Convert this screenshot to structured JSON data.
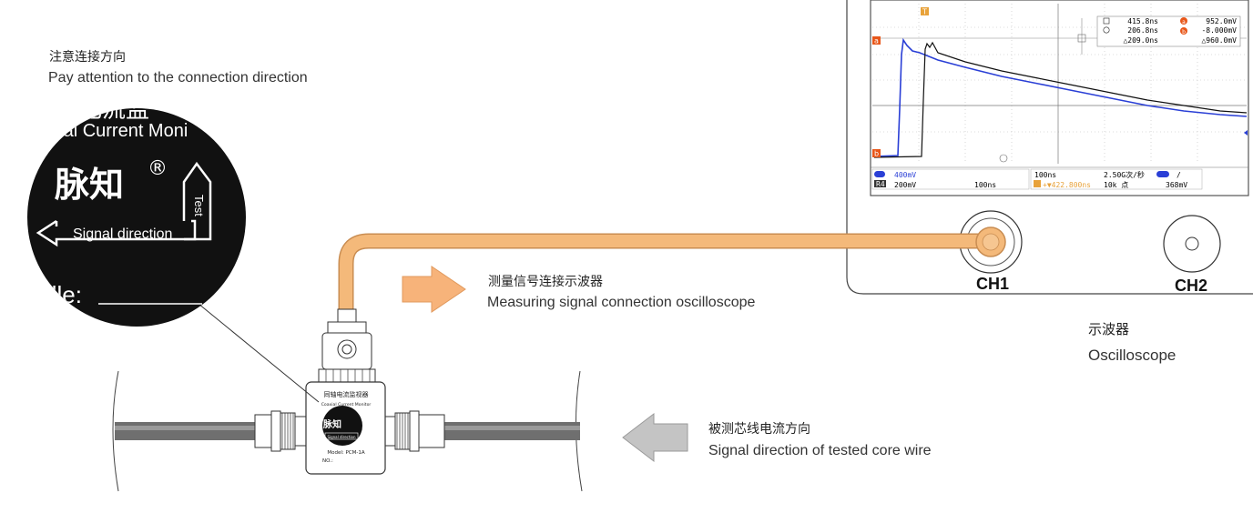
{
  "notes": {
    "attention_cn": "注意连接方向",
    "attention_en": "Pay attention to the connection direction",
    "measure_cn": "测量信号连接示波器",
    "measure_en": "Measuring signal connection oscilloscope",
    "scope_cn": "示波器",
    "scope_en": "Oscilloscope",
    "core_cn": "被测芯线电流方向",
    "core_en": "Signal direction of tested core wire"
  },
  "zoom_label": {
    "top_partial": "心电流监",
    "line1": "axial Current Moni",
    "brand": "脉知",
    "registered": "®",
    "test": "Test",
    "signal_direction": "Signal direction",
    "model": "dle:"
  },
  "device_label": {
    "title_cn": "同轴电流监视器",
    "title_en": "Coaxial Current Monitor",
    "brand": "脉知",
    "signal_direction": "Signal direction",
    "model": "Model: PCM-1A",
    "no": "NO.:"
  },
  "oscilloscope": {
    "ch1": "CH1",
    "ch2": "CH2",
    "marker_t": "T",
    "marker_a": "a",
    "marker_b": "b",
    "cursor": {
      "t1": "415.8ns",
      "t2": "206.8ns",
      "dt": "△209.0ns",
      "v1": "952.0mV",
      "v2": "-8.000mV",
      "dv": "△960.0mV"
    },
    "status": {
      "ch1_scale": "400mV",
      "r4_label": "R4",
      "r4_scale": "200mV",
      "r4_time": "100ns",
      "timebase": "100ns",
      "trig_pos": "+▼422.800ns",
      "sample_rate": "2.50G次/秒",
      "record": "10k 点",
      "trig_level": "368mV",
      "slope": "/"
    }
  },
  "colors": {
    "cable": "#f4b97a",
    "cable_edge": "#c98d52",
    "arrow_orange": "#f7b37a",
    "arrow_gray": "#c4c4c4",
    "trace_black": "#111111",
    "trace_blue": "#2a3fd6",
    "marker_orange": "#e8571a"
  }
}
